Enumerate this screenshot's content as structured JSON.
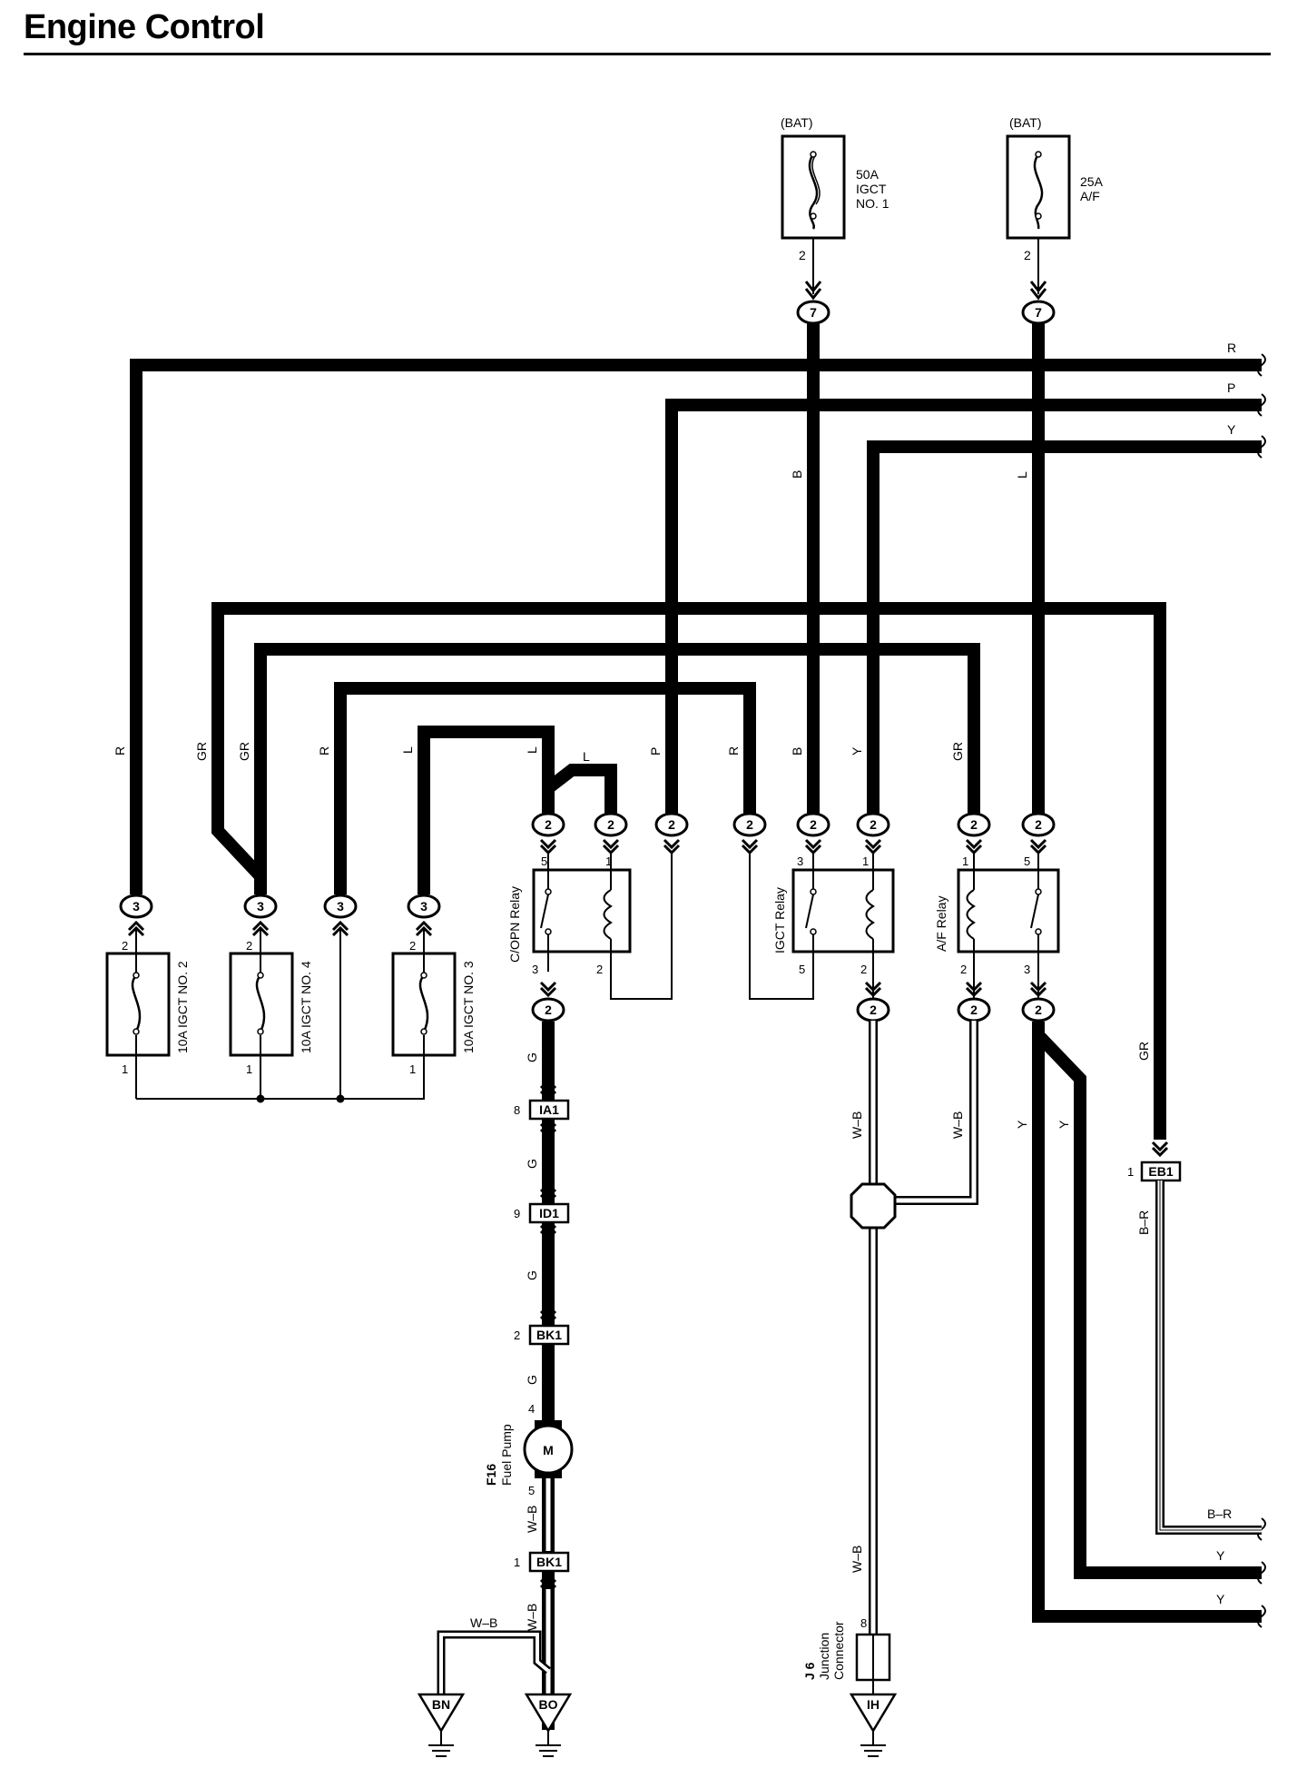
{
  "page": {
    "title": "Engine Control"
  },
  "fuses_top": [
    {
      "id": "fuse-igct-no1",
      "source": "(BAT)",
      "label": [
        "50A",
        "IGCT",
        "NO. 1"
      ],
      "pin": "2",
      "connector": "7"
    },
    {
      "id": "fuse-af",
      "source": "(BAT)",
      "label": [
        "25A",
        "A/F"
      ],
      "pin": "2",
      "connector": "7"
    }
  ],
  "fuses_bottom": [
    {
      "label": "10A IGCT NO. 2",
      "pin_top": "2",
      "pin_bottom": "1",
      "connector": "3"
    },
    {
      "label": "10A IGCT NO. 4",
      "pin_top": "2",
      "pin_bottom": "1",
      "connector": "3"
    },
    {
      "label": "10A IGCT NO. 3",
      "pin_top": "2",
      "pin_bottom": "1",
      "connector": "3"
    }
  ],
  "relays": [
    {
      "label": "C/OPN Relay",
      "pins": [
        "5",
        "1",
        "3",
        "2"
      ]
    },
    {
      "label": "IGCT Relay",
      "pins": [
        "3",
        "1",
        "5",
        "2"
      ]
    },
    {
      "label": "A/F Relay",
      "pins": [
        "1",
        "5",
        "2",
        "3"
      ]
    }
  ],
  "connector_labels": {
    "c2": "2",
    "c3": "3",
    "c7": "7"
  },
  "wire_colors": {
    "R": "R",
    "P": "P",
    "Y": "Y",
    "B": "B",
    "L": "L",
    "GR": "GR",
    "G": "G",
    "WB": "W–B",
    "BR": "B–R"
  },
  "inline_connectors": [
    {
      "pin": "8",
      "name": "IA1"
    },
    {
      "pin": "9",
      "name": "ID1"
    },
    {
      "pin": "2",
      "name": "BK1"
    },
    {
      "pin": "1",
      "name": "BK1"
    },
    {
      "pin": "1",
      "name": "EB1"
    }
  ],
  "fuel_pump": {
    "code": "F16",
    "name": "Fuel Pump",
    "symbol": "M",
    "pin_top": "4",
    "pin_bottom": "5"
  },
  "junction": {
    "code": "J 6",
    "name": [
      "Junction",
      "Connector"
    ],
    "pin": "8"
  },
  "grounds": [
    "BN",
    "BO",
    "IH"
  ]
}
